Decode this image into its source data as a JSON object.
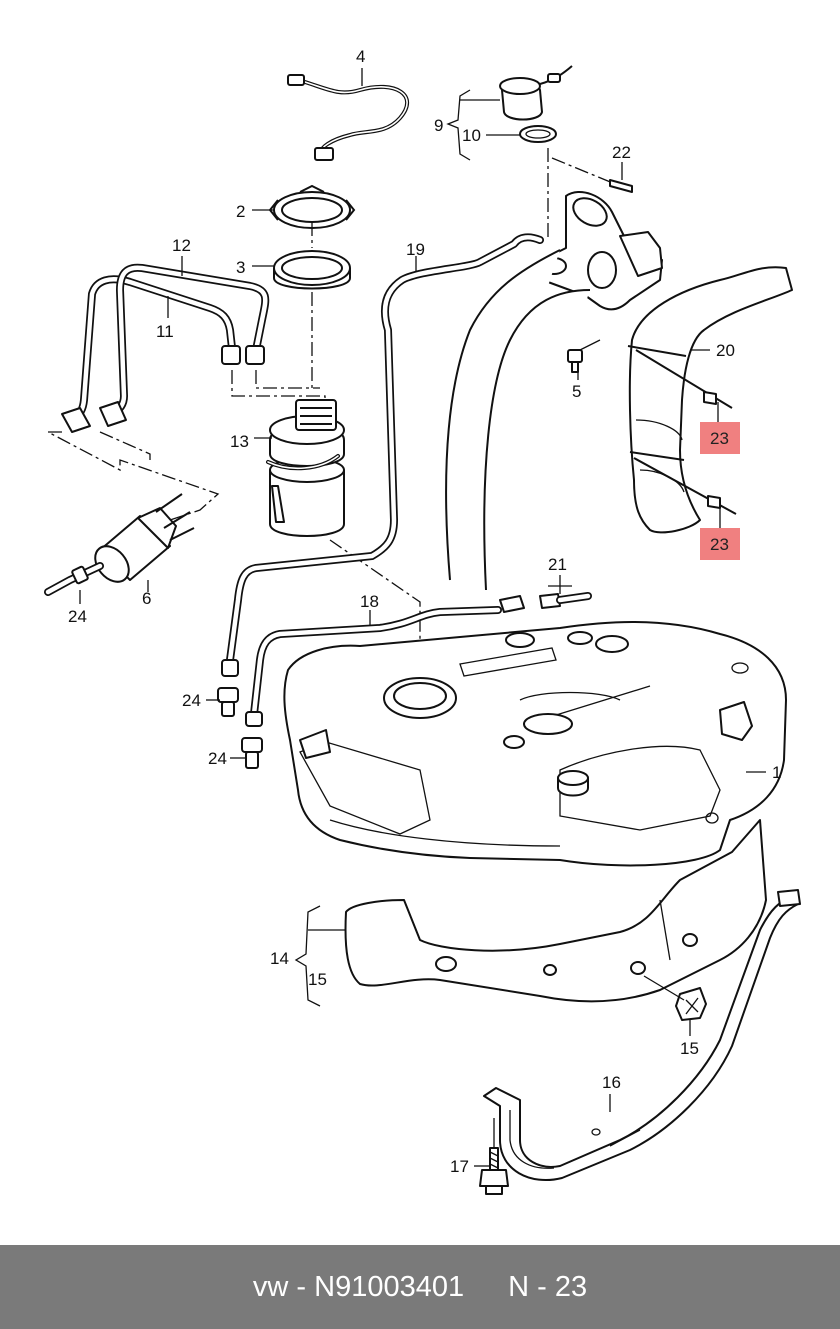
{
  "labels": {
    "p1": "1",
    "p2": "2",
    "p3": "3",
    "p4": "4",
    "p5": "5",
    "p6": "6",
    "p9": "9",
    "p10": "10",
    "p11": "11",
    "p12": "12",
    "p13": "13",
    "p14": "14",
    "p15a": "15",
    "p15b": "15",
    "p16": "16",
    "p17": "17",
    "p18": "18",
    "p19": "19",
    "p20": "20",
    "p21": "21",
    "p22": "22",
    "p23a": "23",
    "p23b": "23",
    "p24a": "24",
    "p24b": "24",
    "p24c": "24"
  },
  "highlight_color": "#f08080",
  "footer": {
    "brand": "vw",
    "separator": "-",
    "part_number": "N91003401",
    "position_label": "N - 23",
    "background": "#7a7a7a"
  }
}
